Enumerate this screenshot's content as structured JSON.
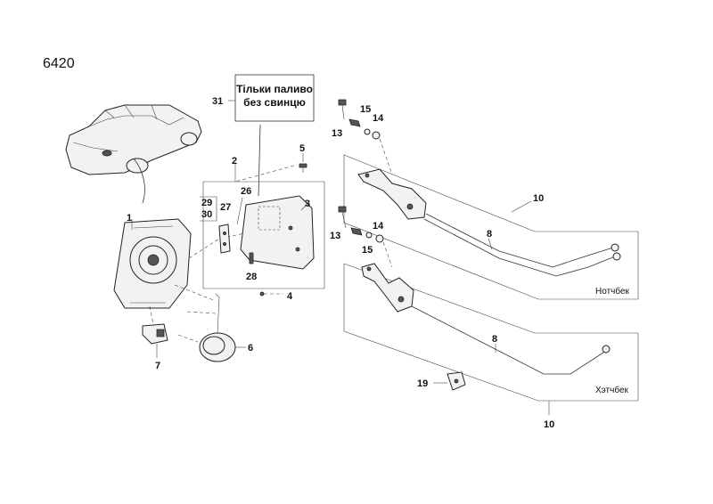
{
  "diagram": {
    "code": "6420",
    "note_lines": [
      "Тільки паливо",
      "без свинцю"
    ],
    "variant_sedan": "Нотчбек",
    "variant_hatch": "Хэтчбек",
    "callouts": {
      "c1": "1",
      "c2": "2",
      "c3": "3",
      "c4": "4",
      "c5": "5",
      "c6": "6",
      "c7": "7",
      "c8a": "8",
      "c8b": "8",
      "c10a": "10",
      "c10b": "10",
      "c13a": "13",
      "c13b": "13",
      "c14a": "14",
      "c14b": "14",
      "c15a": "15",
      "c15b": "15",
      "c19": "19",
      "c26": "26",
      "c27": "27",
      "c28": "28",
      "c29": "29",
      "c30": "30",
      "c31": "31"
    }
  }
}
